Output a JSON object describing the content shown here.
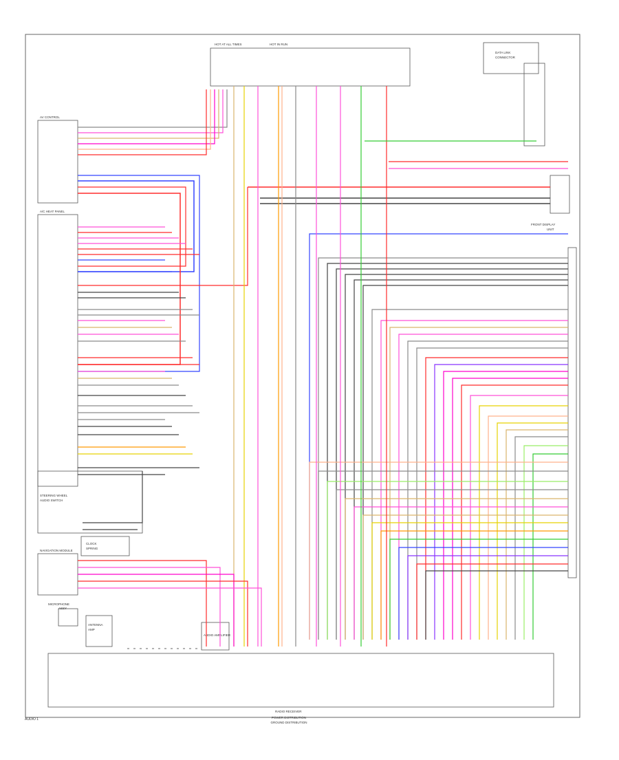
{
  "diagram": {
    "bottom_caption_line1": "POWER DISTRIBUTION",
    "bottom_caption_line2": "GROUND DISTRIBUTION",
    "page_label": "AUDIO 1"
  },
  "components": {
    "top_fuse_block": [
      "HOT AT ALL TIMES",
      "HOT IN RUN"
    ],
    "top_right_box": [
      "DATA LINK",
      "CONNECTOR"
    ],
    "steering_controls": [
      "STEERING WHEEL",
      "AUDIO SWITCH"
    ],
    "radio_module": "RADIO RECEIVER",
    "amp_module": "AUDIO AMPLIFIER",
    "left_top_module": "AV CONTROL",
    "left_mid_module": "A/C HEAT PANEL",
    "nav_module": "NAVIGATION MODULE",
    "right_display": [
      "FRONT DISPLAY",
      "UNIT"
    ],
    "lower_left_box": [
      "ANTENNA",
      "AMP"
    ],
    "mic": [
      "MICROPHONE",
      "ASSY"
    ],
    "center_box": [
      "CLOCK",
      "SPRING"
    ]
  },
  "colors": {
    "red": "#ff2b2b",
    "pink": "#ff4fd8",
    "magenta": "#ff00cc",
    "blue": "#3344ff",
    "purple": "#8833ff",
    "orange": "#ff9900",
    "yellow": "#e6d200",
    "green": "#33cc33",
    "lightgreen": "#99ee66",
    "grey": "#8a8a8a",
    "darkgrey": "#444444",
    "tan": "#d9b36b",
    "peach": "#ffb08a"
  }
}
